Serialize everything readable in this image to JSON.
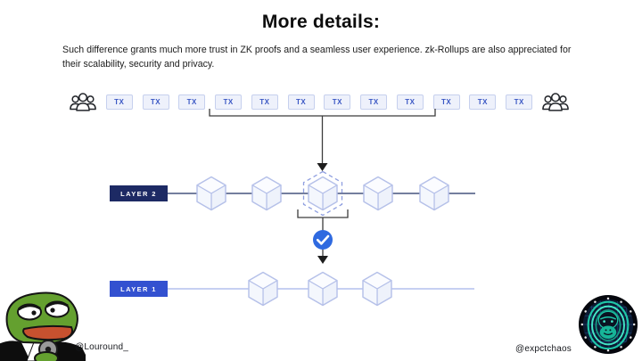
{
  "title": "More details:",
  "description": "Such difference grants much more trust in ZK proofs and a seamless user experience. zk-Rollups are also appreciated for their scalability, security and privacy.",
  "diagram": {
    "tx_labels": [
      "TX",
      "TX",
      "TX",
      "TX",
      "TX",
      "TX",
      "TX",
      "TX",
      "TX",
      "TX",
      "TX",
      "TX"
    ],
    "layer2_label": "LAYER 2",
    "layer1_label": "LAYER 1",
    "layer2_block_count": 5,
    "layer1_block_count": 3,
    "highlighted_block": "center Layer 2 block (dashed outline)",
    "icons": {
      "tx_row_left": "users-group-icon",
      "tx_row_right": "users-group-icon",
      "between_layers": "check-circle-icon"
    },
    "colors": {
      "tx_chip_bg": "#eef1fb",
      "tx_chip_border": "#c6d0ee",
      "tx_chip_text": "#3a57c4",
      "layer2_box": "#1d2a64",
      "layer1_box": "#3351d0",
      "layer2_line": "#46537f",
      "layer1_line": "#8ea1e4",
      "hex_stroke": "#b6c1e9",
      "hex_fill": "#f6f8fd",
      "dashed_highlight": "#8f9fe0",
      "check_circle": "#2f6ae0",
      "connector": "#3c3c3c"
    }
  },
  "footer": {
    "left_handle": "@Louround_",
    "right_handle": "@expctchaos",
    "left_image": "pepe-tuxedo-meme",
    "right_image": "gorilla-clock-logo"
  }
}
